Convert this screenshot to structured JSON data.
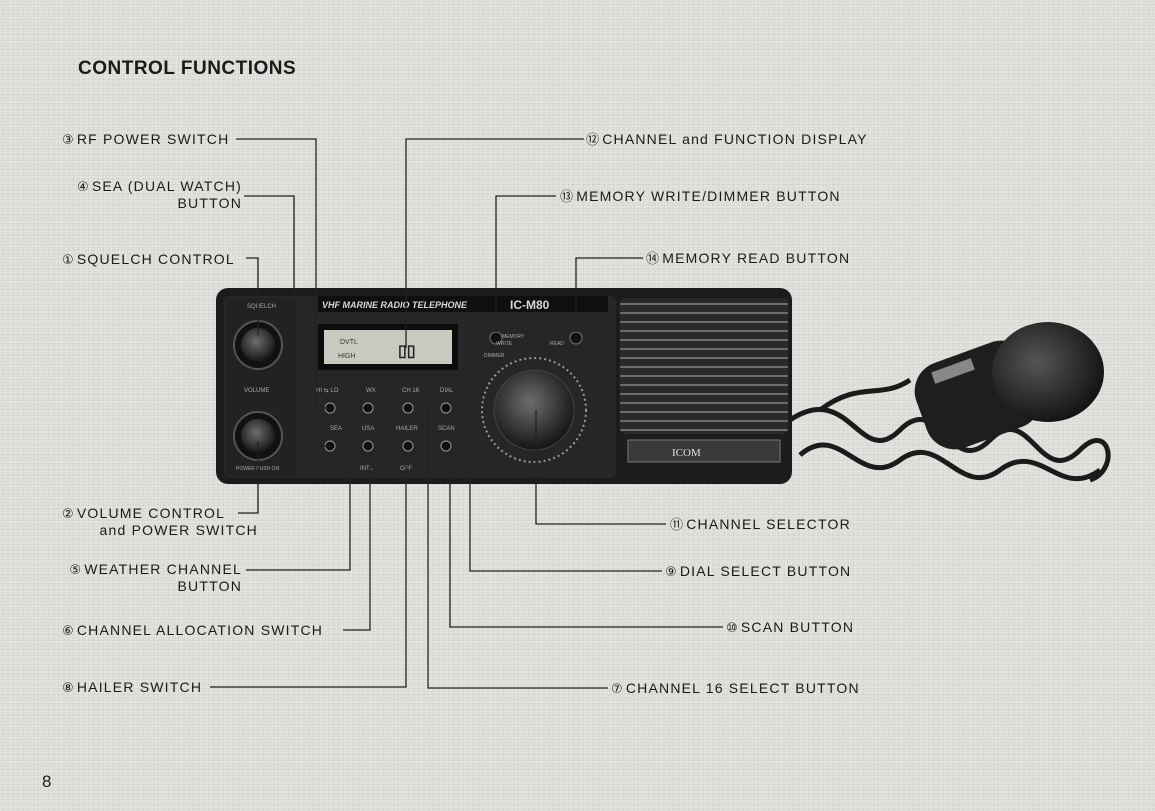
{
  "title": "CONTROL FUNCTIONS",
  "page_number": "8",
  "callouts": {
    "c3": {
      "num": "③",
      "text": "RF POWER SWITCH"
    },
    "c4a": {
      "num": "④",
      "text": "SEA (DUAL WATCH)"
    },
    "c4b": {
      "text": "BUTTON"
    },
    "c1": {
      "num": "①",
      "text": "SQUELCH CONTROL"
    },
    "c2a": {
      "num": "②",
      "text": "VOLUME CONTROL"
    },
    "c2b": {
      "text": "and POWER SWITCH"
    },
    "c5a": {
      "num": "⑤",
      "text": "WEATHER CHANNEL"
    },
    "c5b": {
      "text": "BUTTON"
    },
    "c6": {
      "num": "⑥",
      "text": "CHANNEL ALLOCATION SWITCH"
    },
    "c8": {
      "num": "⑧",
      "text": "HAILER SWITCH"
    },
    "c12": {
      "num": "⑫",
      "text": "CHANNEL and FUNCTION DISPLAY"
    },
    "c13": {
      "num": "⑬",
      "text": "MEMORY WRITE/DIMMER BUTTON"
    },
    "c14": {
      "num": "⑭",
      "text": "MEMORY READ BUTTON"
    },
    "c11": {
      "num": "⑪",
      "text": "CHANNEL SELECTOR"
    },
    "c9": {
      "num": "⑨",
      "text": "DIAL SELECT BUTTON"
    },
    "c10": {
      "num": "⑩",
      "text": "SCAN BUTTON"
    },
    "c7": {
      "num": "⑦",
      "text": "CHANNEL 16 SELECT BUTTON"
    }
  },
  "panel": {
    "brand_strip": "VHF MARINE RADIO TELEPHONE",
    "model": "IC-M80",
    "logo": "ICOM",
    "knob_top_label": "SQUELCH",
    "knob_mid_label": "VOLUME",
    "knob_bottom_label": "POWER PUSH ON",
    "display_line1": "DVTL",
    "display_line2": "HIGH",
    "btn_row1": [
      "HI ⇆ LO",
      "WX",
      "CH 16",
      "DIAL"
    ],
    "btn_row2": [
      "SEA",
      "USA",
      "HAILER",
      "SCAN"
    ],
    "btn_row3": [
      "INTL",
      "OFF"
    ],
    "memory_label": "MEMORY",
    "write_label": "WRITE",
    "read_label": "READ",
    "dimmer_label": "DIMMER"
  }
}
